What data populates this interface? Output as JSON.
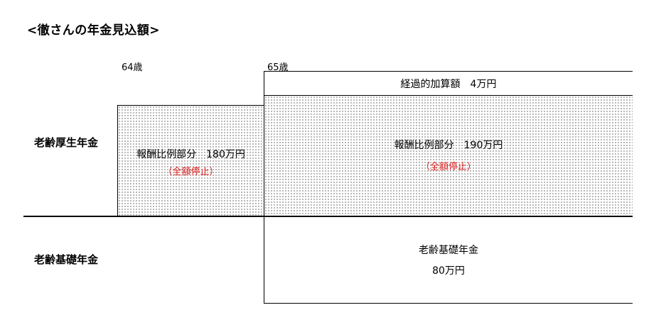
{
  "title": "<徹さんの年金見込額>",
  "ages": {
    "age64": "64歳",
    "age65": "65歳"
  },
  "rows": {
    "employee_pension": "老齢厚生年金",
    "basic_pension": "老齢基礎年金"
  },
  "blocks": {
    "kakyu_label": "経過的加算額　4万円",
    "hoshu_64_label": "報酬比例部分　180万円",
    "hoshu_64_status": "（全額停止）",
    "hoshu_65_label": "報酬比例部分　190万円",
    "hoshu_65_status": "（全額停止）",
    "basic_label": "老齢基礎年金",
    "basic_amount": "80万円"
  },
  "colors": {
    "status_red": "#e02020",
    "line": "#000000"
  }
}
